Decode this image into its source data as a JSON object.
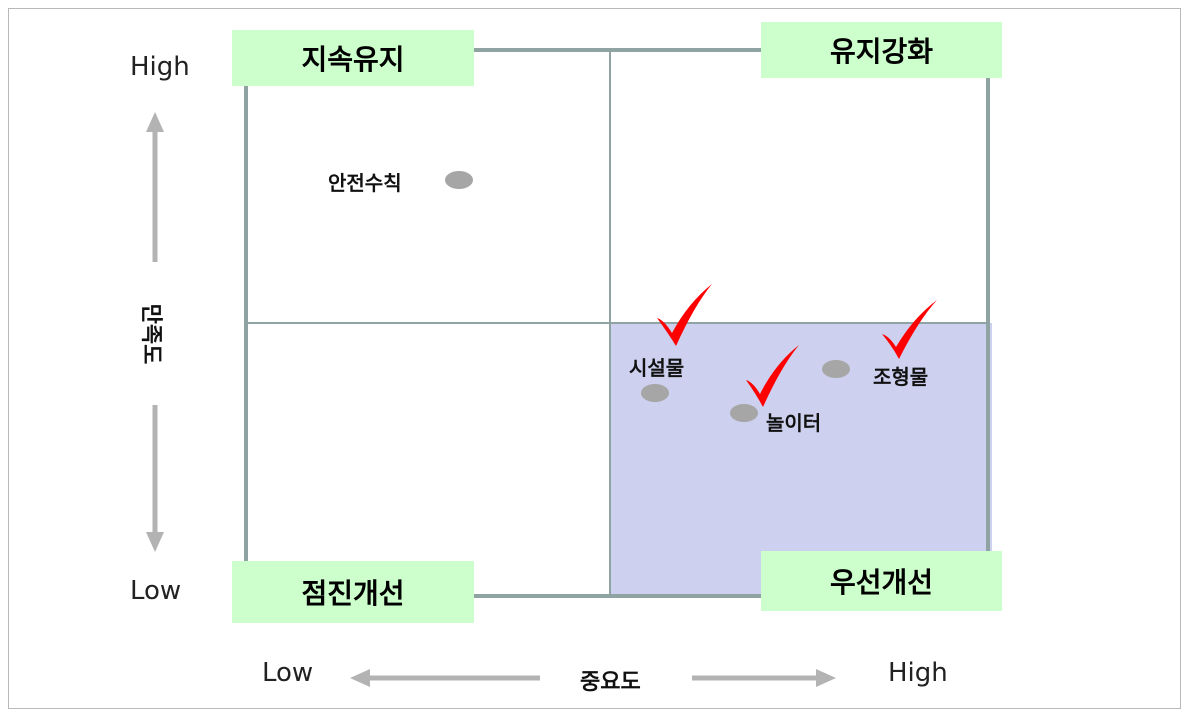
{
  "quadrants": {
    "top_left": "지속유지",
    "top_right": "유지강화",
    "bottom_left": "점진개선",
    "bottom_right": "우선개선"
  },
  "y_axis": {
    "title": "만족도",
    "high": "High",
    "low": "Low"
  },
  "x_axis": {
    "title": "중요도",
    "low": "Low",
    "high": "High"
  },
  "points": [
    {
      "label": "안전수칙",
      "checked": false
    },
    {
      "label": "시설물",
      "checked": true
    },
    {
      "label": "놀이터",
      "checked": true
    },
    {
      "label": "조형물",
      "checked": true
    }
  ],
  "colors": {
    "grid": "#8fa3a3",
    "highlight": "#cdd0ee",
    "quadrant_label_bg": "#ccffcc",
    "point": "#a6a6a6",
    "check": "#ff0000",
    "arrow": "#b3b3b3"
  }
}
